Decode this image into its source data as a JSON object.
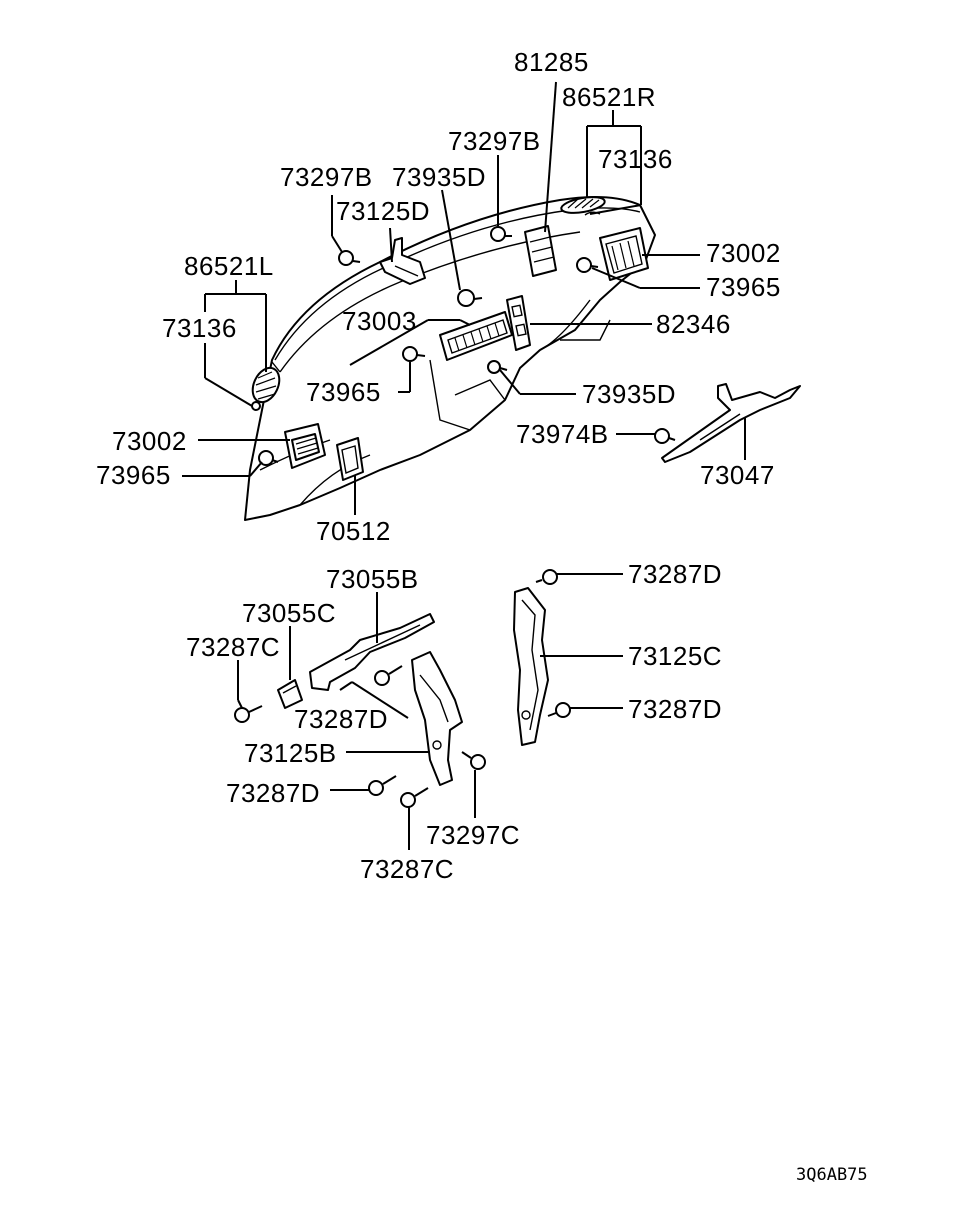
{
  "labels": {
    "l81285": "81285",
    "l86521R": "86521R",
    "l73297B_top": "73297B",
    "l73136_right": "73136",
    "l73297B_left": "73297B",
    "l73935D_top": "73935D",
    "l73125D": "73125D",
    "l73002_right": "73002",
    "l86521L": "86521L",
    "l73965_right": "73965",
    "l73136_left": "73136",
    "l73003": "73003",
    "l82346": "82346",
    "l73965_mid": "73965",
    "l73935D_right": "73935D",
    "l73974B": "73974B",
    "l73002_left": "73002",
    "l73965_left": "73965",
    "l73047": "73047",
    "l70512": "70512",
    "l73055B": "73055B",
    "l73287D_a": "73287D",
    "l73055C": "73055C",
    "l73125C": "73125C",
    "l73287C_a": "73287C",
    "l73287D_b": "73287D",
    "l73287D_c": "73287D",
    "l73125B": "73125B",
    "l73287D_d": "73287D",
    "l73297C": "73297C",
    "l73287C_b": "73287C"
  },
  "diagram_code": "3Q6AB75"
}
